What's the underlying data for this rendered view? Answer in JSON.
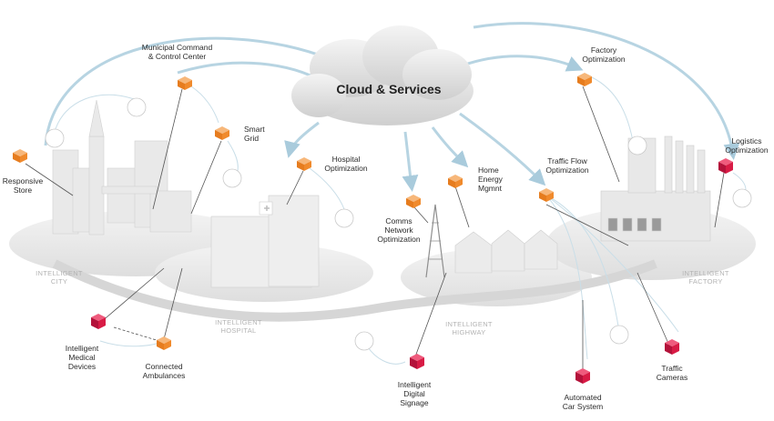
{
  "cloud": {
    "label": "Cloud & Services"
  },
  "services": {
    "municipal": "Municipal Command\n& Control Center",
    "smart_grid": "Smart\nGrid",
    "responsive_store": "Responsive\nStore",
    "hospital": "Hospital\nOptimization",
    "comms": "Comms\nNetwork\nOptimization",
    "home_energy": "Home\nEnergy\nMgmnt",
    "traffic_flow": "Traffic Flow\nOptimization",
    "factory": "Factory\nOptimization",
    "logistics": "Logistics\nOptimization",
    "medical_devices": "Intelligent\nMedical\nDevices",
    "ambulances": "Connected\nAmbulances",
    "digital_signage": "Intelligent\nDigital\nSignage",
    "car_system": "Automated\nCar System",
    "traffic_cameras": "Traffic\nCameras"
  },
  "zones": {
    "city": "INTELLIGENT\nCITY",
    "hospital": "INTELLIGENT\nHOSPITAL",
    "highway": "INTELLIGENT\nHIGHWAY",
    "factory": "INTELLIGENT\nFACTORY"
  },
  "colors": {
    "cloud_link": "#b7d4e2",
    "gateway": "#f08a2c",
    "device": "#d81b45",
    "platform": "#ececec"
  },
  "icons": {
    "gateway": "orange-box-icon",
    "device": "red-cube-icon",
    "sensor": "sensor-dots-icon"
  }
}
